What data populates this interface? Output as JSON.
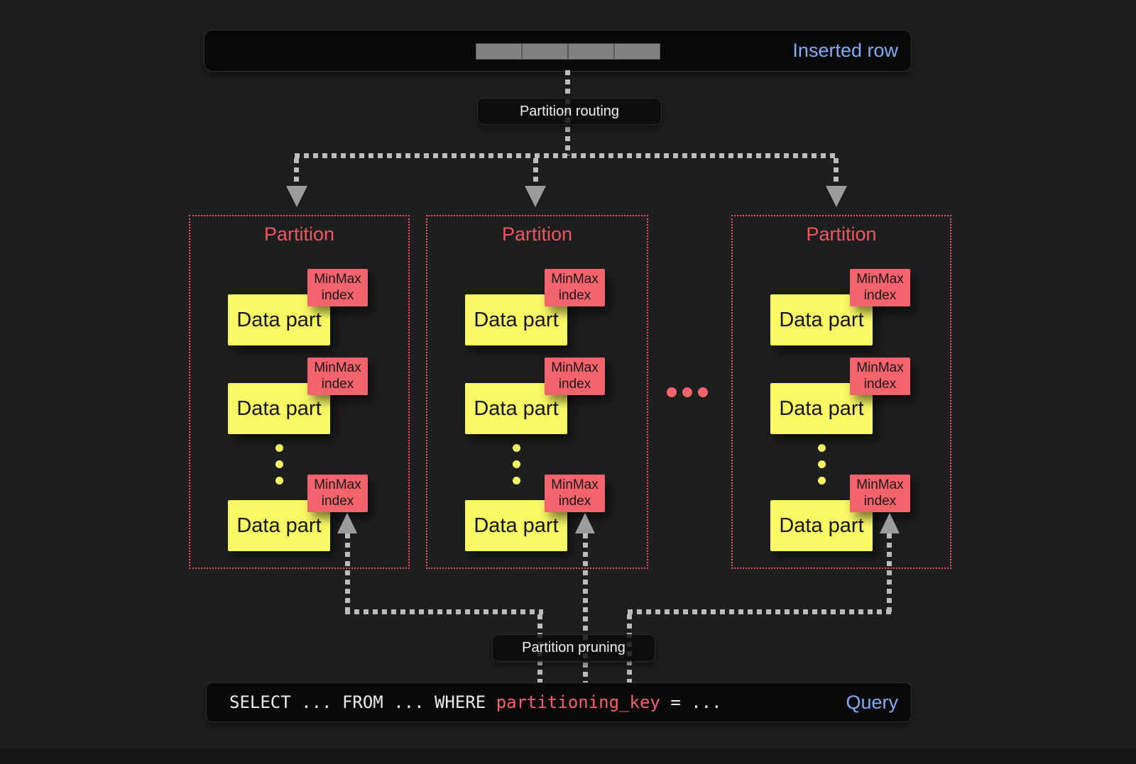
{
  "colors": {
    "bg": "#1d1e20",
    "panel": "#09090b",
    "panel-border": "#2e2f31",
    "accent-blue": "#84adf4",
    "accent-red": "#f0565e",
    "box-red": "#f5646c",
    "box-yellow": "#f8f964",
    "line-gray": "#bcbcbc",
    "arrow-gray": "#9c9c9c",
    "text-light": "#f1f1f1",
    "cell-gray": "#7f8082"
  },
  "inserted_row": {
    "label": "Inserted row",
    "cells": 4
  },
  "flow": {
    "routing_label": "Partition routing",
    "pruning_label": "Partition pruning"
  },
  "partitions": [
    {
      "title": "Partition",
      "parts": [
        {
          "name": "Data part",
          "index_label": "MinMax index"
        },
        {
          "name": "Data part",
          "index_label": "MinMax index"
        },
        {
          "name": "Data part",
          "index_label": "MinMax index"
        }
      ]
    },
    {
      "title": "Partition",
      "parts": [
        {
          "name": "Data part",
          "index_label": "MinMax index"
        },
        {
          "name": "Data part",
          "index_label": "MinMax index"
        },
        {
          "name": "Data part",
          "index_label": "MinMax index"
        }
      ]
    },
    {
      "title": "Partition",
      "parts": [
        {
          "name": "Data part",
          "index_label": "MinMax index"
        },
        {
          "name": "Data part",
          "index_label": "MinMax index"
        },
        {
          "name": "Data part",
          "index_label": "MinMax index"
        }
      ]
    }
  ],
  "query": {
    "sql_prefix": "SELECT ... FROM ... WHERE ",
    "sql_key": "partitioning_key",
    "sql_suffix": " = ...",
    "label": "Query"
  }
}
